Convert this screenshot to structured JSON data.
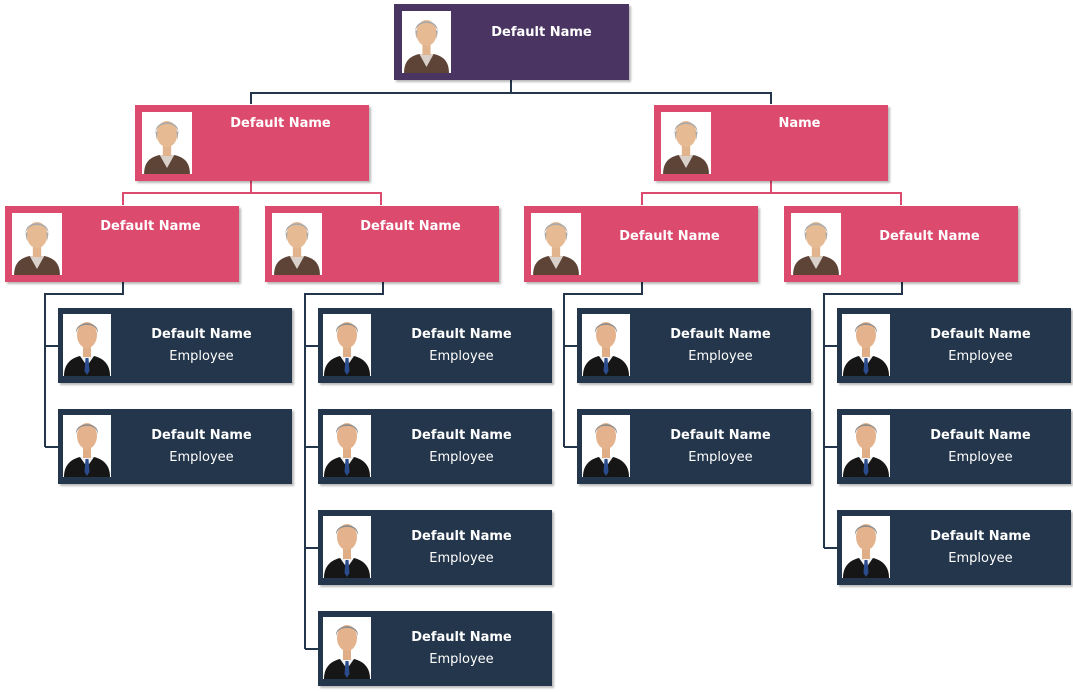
{
  "colors": {
    "top": "#4a3462",
    "manager": "#dc4a6e",
    "employee": "#24364b",
    "line_dark": "#24364b",
    "line_pink": "#dc4a6e"
  },
  "icons": {
    "manager": "manager-avatar-icon",
    "employee": "employee-avatar-icon"
  },
  "top": {
    "name": "Default Name"
  },
  "level1": [
    {
      "name": "Default Name"
    },
    {
      "name": "Name"
    }
  ],
  "level2": [
    {
      "name": "Default Name",
      "employees": [
        {
          "name": "Default Name",
          "role": "Employee"
        },
        {
          "name": "Default Name",
          "role": "Employee"
        }
      ]
    },
    {
      "name": "Default Name",
      "employees": [
        {
          "name": "Default Name",
          "role": "Employee"
        },
        {
          "name": "Default Name",
          "role": "Employee"
        },
        {
          "name": "Default Name",
          "role": "Employee"
        },
        {
          "name": "Default Name",
          "role": "Employee"
        }
      ]
    },
    {
      "name": "Default Name",
      "employees": [
        {
          "name": "Default Name",
          "role": "Employee"
        },
        {
          "name": "Default Name",
          "role": "Employee"
        }
      ]
    },
    {
      "name": "Default Name",
      "employees": [
        {
          "name": "Default Name",
          "role": "Employee"
        },
        {
          "name": "Default Name",
          "role": "Employee"
        },
        {
          "name": "Default Name",
          "role": "Employee"
        }
      ]
    }
  ]
}
